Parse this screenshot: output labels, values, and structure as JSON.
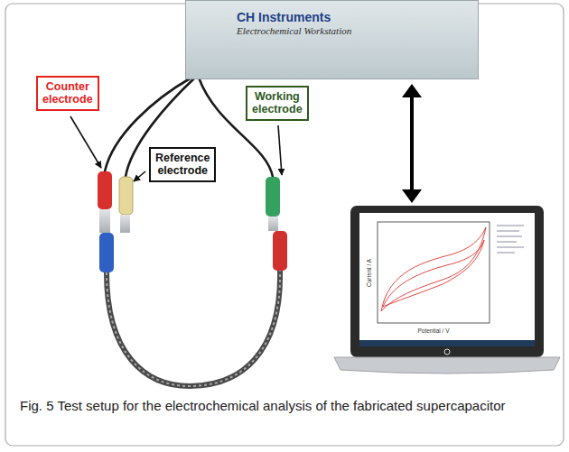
{
  "diagram": {
    "caption": "Fig. 5 Test setup for the electrochemical analysis of the fabricated supercapacitor",
    "nodes": [
      {
        "text": [
          "CH Instruments",
          "Electrochemical Workstation"
        ]
      },
      {
        "text": [
          "Counter electrode"
        ]
      },
      {
        "text": [
          "Working electrode"
        ]
      },
      {
        "text": [
          "Reference electrode"
        ]
      }
    ],
    "labels": [
      "Current / A",
      "Potential / V"
    ]
  }
}
